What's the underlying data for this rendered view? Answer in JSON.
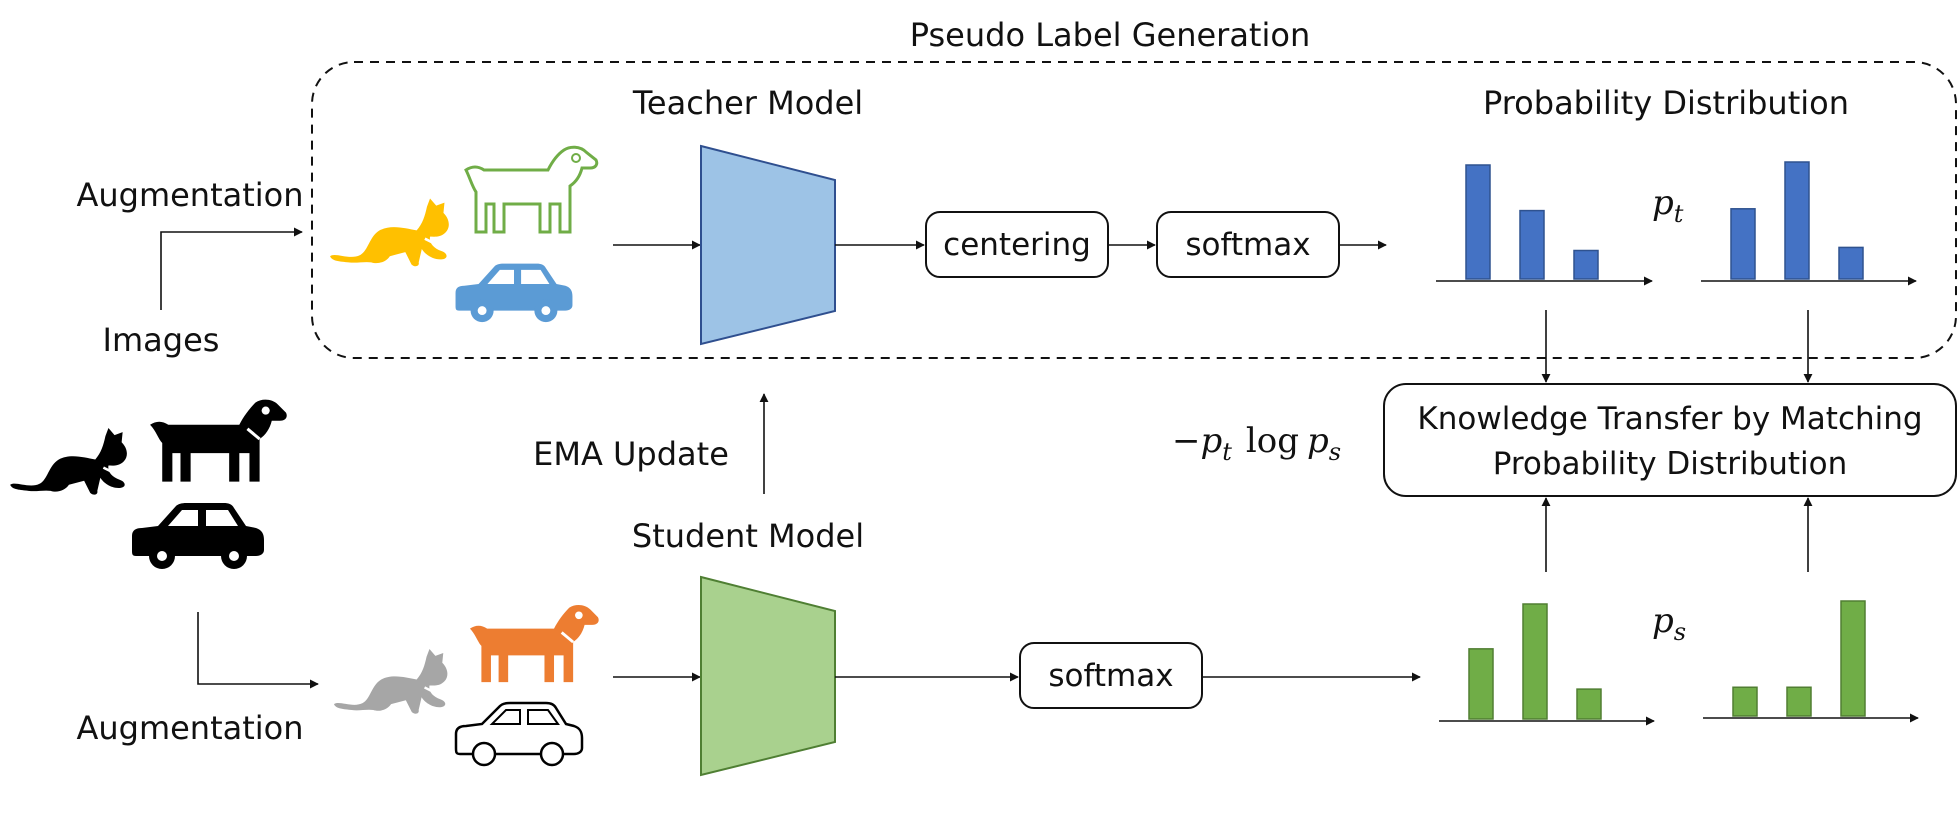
{
  "group_title": "Pseudo Label Generation",
  "labels": {
    "augmentation_top": "Augmentation",
    "images": "Images",
    "augmentation_bottom": "Augmentation",
    "teacher_model": "Teacher Model",
    "student_model": "Student Model",
    "ema_update": "EMA Update",
    "probability_distribution": "Probability Distribution"
  },
  "boxes": {
    "centering": "centering",
    "softmax_teacher": "softmax",
    "softmax_student": "softmax",
    "knowledge_transfer_line1": "Knowledge Transfer by Matching",
    "knowledge_transfer_line2": "Probability Distribution"
  },
  "math": {
    "pt": {
      "base": "p",
      "sub": "t"
    },
    "ps": {
      "base": "p",
      "sub": "s"
    },
    "loss": {
      "minus": "−",
      "p": "p",
      "sub_t": "t",
      "log": "log",
      "p2": "p",
      "sub_s": "s"
    }
  },
  "colors": {
    "teacher_fill": "#9dc3e6",
    "teacher_stroke": "#2f4f8f",
    "student_fill": "#a9d18e",
    "student_stroke": "#4f7f33",
    "teacher_bar": "#4472c4",
    "student_bar": "#70ad47",
    "cat_aug_teacher": "#ffc000",
    "dog_aug_teacher": "#70ad47",
    "car_aug_teacher": "#5b9bd5",
    "cat_aug_student": "#a6a6a6",
    "dog_aug_student": "#ed7d31",
    "car_aug_student": "#000000",
    "original_images": "#000000"
  },
  "distributions": {
    "teacher_view1": [
      1.0,
      0.6,
      0.25
    ],
    "teacher_view2": [
      0.6,
      1.0,
      0.27
    ],
    "student_view1": [
      0.61,
      1.0,
      0.26
    ],
    "student_view2": [
      0.25,
      0.25,
      1.0
    ]
  },
  "icons": [
    "cat-icon",
    "dog-icon",
    "car-icon"
  ]
}
